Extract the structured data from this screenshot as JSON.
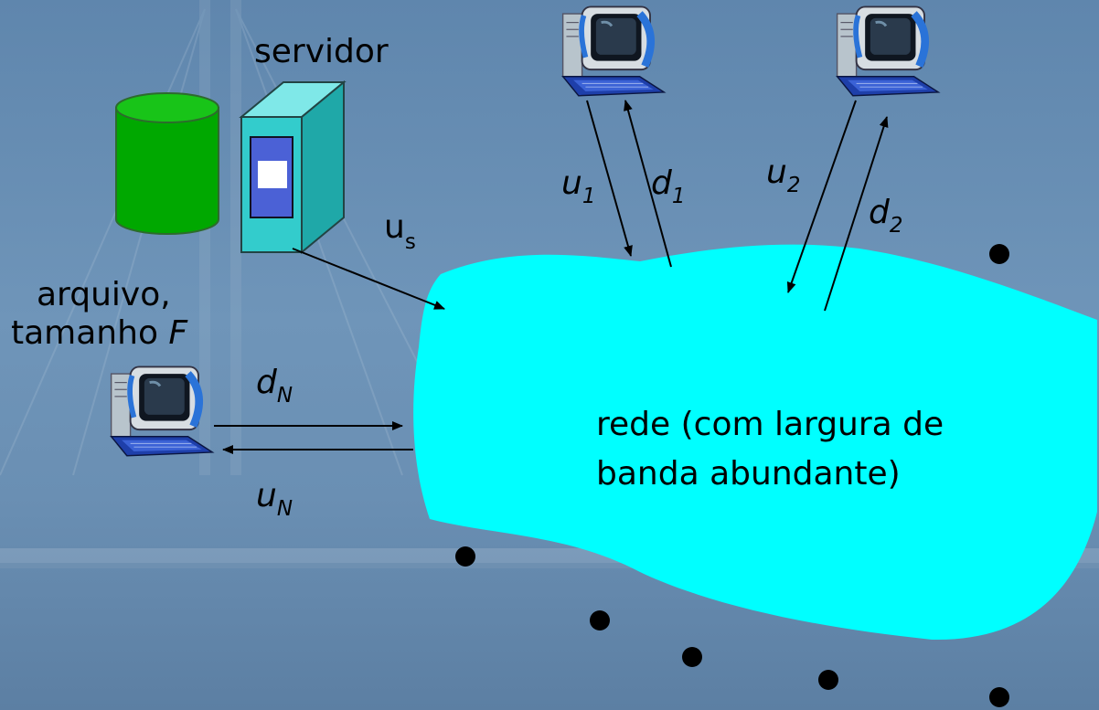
{
  "labels": {
    "server": "servidor",
    "file_line1": "arquivo,",
    "file_line2": "tamanho ",
    "file_size_var": "F",
    "network_line1": "rede (com largura de",
    "network_line2": "banda abundante)"
  },
  "rates": {
    "server_upload": {
      "base": "u",
      "sub": "s"
    },
    "peer1_upload": {
      "base": "u",
      "sub": "1"
    },
    "peer1_download": {
      "base": "d",
      "sub": "1"
    },
    "peer2_upload": {
      "base": "u",
      "sub": "2"
    },
    "peerN_upload": {
      "base": "u",
      "sub": "N"
    },
    "peerN_download": {
      "base": "d",
      "sub": "N"
    },
    "peer2_download": {
      "base": "d",
      "sub": "2"
    }
  },
  "colors": {
    "network_cloud": "#00ffff",
    "file_cylinder": "#00a800",
    "server_box": "#33cccc",
    "background": "#6a8fb3"
  },
  "icons": {
    "file": "database-cylinder-icon",
    "server": "server-tower-icon",
    "peer": "desktop-computer-icon"
  }
}
